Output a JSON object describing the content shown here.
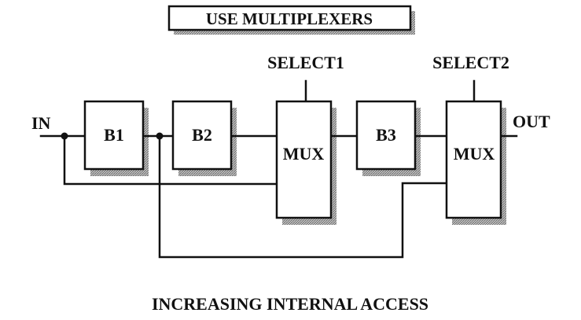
{
  "title": "USE MULTIPLEXERS",
  "caption": "INCREASING INTERNAL ACCESS",
  "ports": {
    "input": "IN",
    "output": "OUT",
    "select1": "SELECT1",
    "select2": "SELECT2"
  },
  "blocks": {
    "b1": "B1",
    "b2": "B2",
    "b3": "B3",
    "mux1": "MUX",
    "mux2": "MUX"
  },
  "colors": {
    "line": "#111111",
    "background": "#ffffff",
    "shadow": "#8a8a8a"
  }
}
